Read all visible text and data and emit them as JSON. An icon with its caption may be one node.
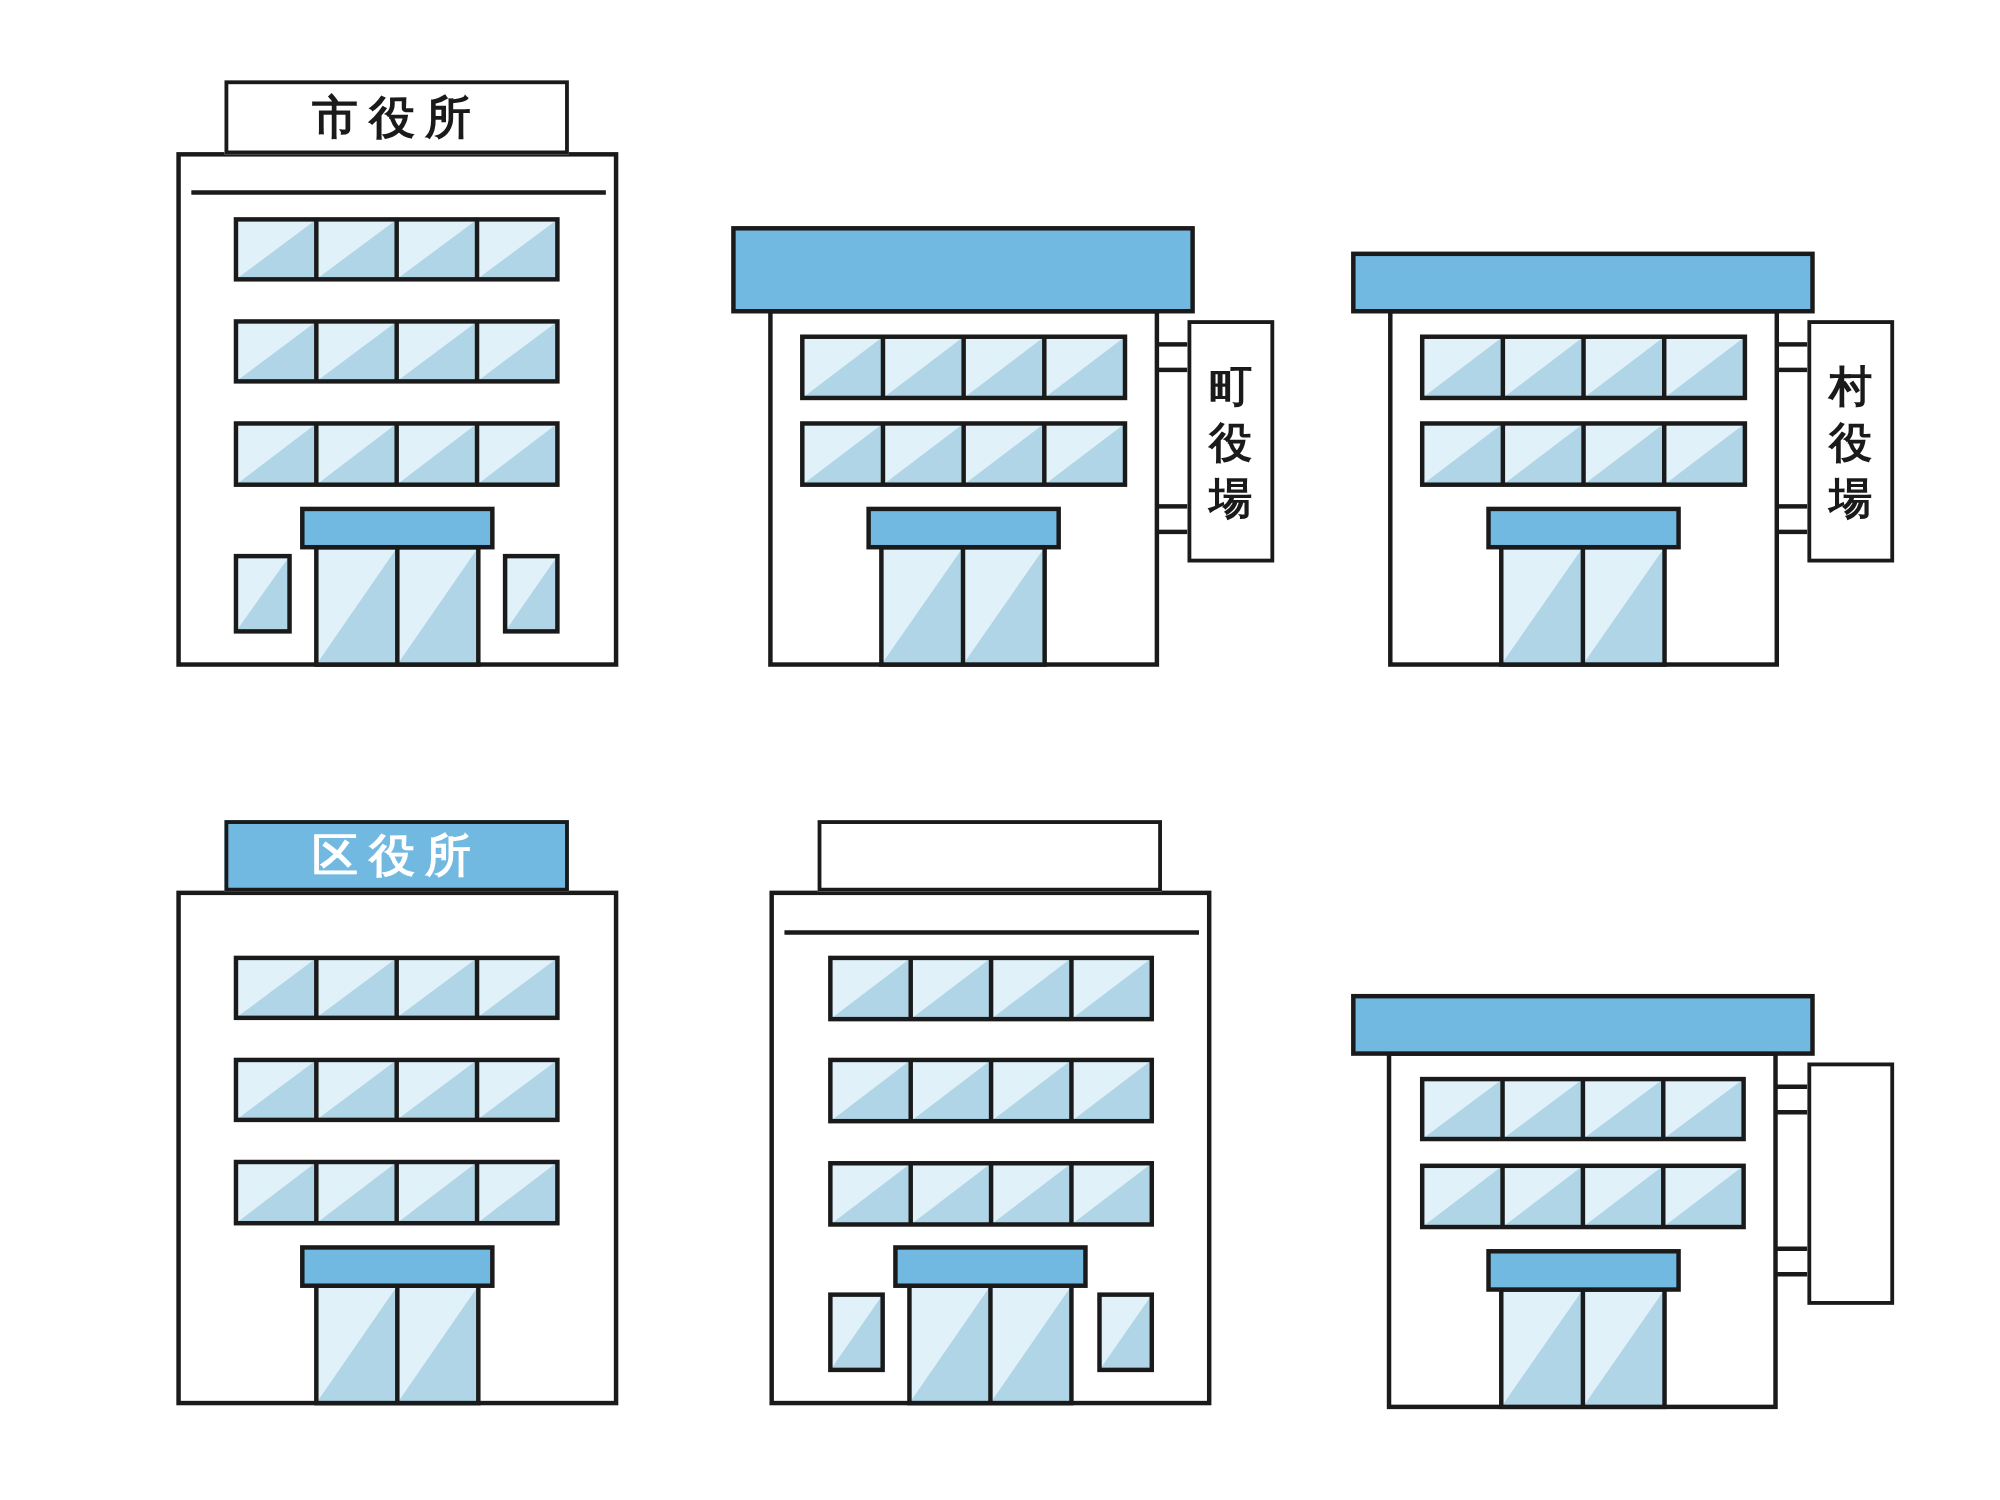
{
  "diagram": {
    "nodes": [
      {
        "text": [
          "市役所"
        ]
      },
      {
        "text": [
          "町役場"
        ]
      },
      {
        "text": [
          "村役場"
        ]
      },
      {
        "text": [
          "区役所"
        ]
      },
      {
        "text": [],
        "shape": "box"
      },
      {
        "text": [],
        "shape": "box"
      }
    ]
  }
}
